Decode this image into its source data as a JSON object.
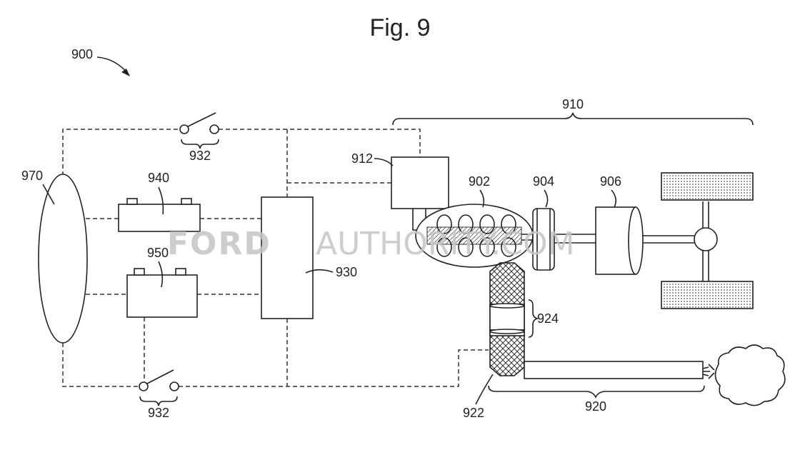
{
  "figure": {
    "title": "Fig. 9",
    "labels": {
      "system": "900",
      "powertrain": "910",
      "controller": "912",
      "engine": "902",
      "component_904": "904",
      "component_906": "906",
      "switch_top": "932",
      "switch_bottom": "932",
      "battery_upper": "940",
      "battery_lower": "950",
      "ellipse": "970",
      "central_unit": "930",
      "filter_section": "924",
      "exhaust_device": "922",
      "exhaust_pipe": "920"
    }
  },
  "watermark": {
    "brand": "FORD",
    "suffix": "AUTHORITY.COM"
  }
}
